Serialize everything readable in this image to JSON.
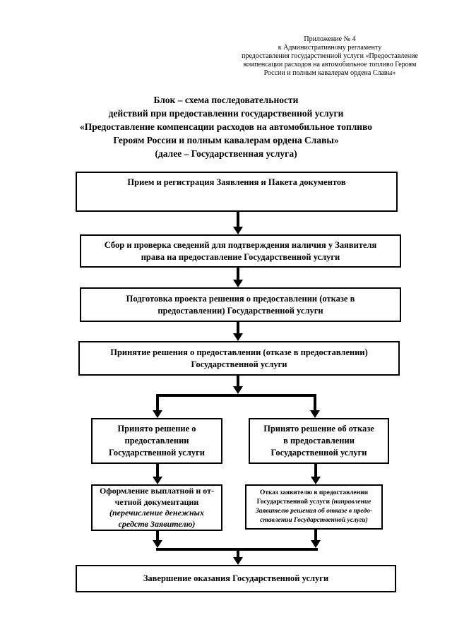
{
  "page": {
    "annotation": "Приложение № 4\nк Административному регламенту\nпредоставления государственной услуги «Предоставление\nкомпенсации расходов на автомобильное топливо Героям\nРоссии и полным кавалерам ордена Славы»",
    "title": "Блок – схема последовательности\nдействий при предоставлении государственной услуги\n«Предоставление компенсации расходов на автомобильное топливо\nГероям России и полным кавалерам ордена Славы»\n(далее – Государственная услуга)"
  },
  "flowchart": {
    "step1": "Прием и регистрация Заявления и Пакета документов",
    "step2": "Сбор и проверка сведений для подтверждения наличия у Заявителя\nправа на предоставление Государственной услуги",
    "step3": "Подготовка проекта решения о предоставлении (отказе в\nпредоставлении) Государственной услуги",
    "step4": "Принятие решения о предоставлении (отказе в предоставлении)\nГосударственной услуги",
    "branch_left": "Принято решение о\nпредоставлении\nГосударственной услуги",
    "branch_right": "Принято решение об отказе\nв предоставлении\nГосударственной услуги",
    "action_left_main": "Оформление выплатной и от-\nчетной документации\n",
    "action_left_note": "(перечисление денежных\nсредств Заявителю)",
    "action_right_main": "Отказ заявителю в предоставлении\nГосударственной услуги",
    "action_right_note": " (направление\nЗаявителю решения об отказе в предо-\nставлении Государственной услуги)",
    "final": "Завершение оказания Государственной услуги"
  },
  "colors": {
    "ink": "#000000",
    "paper": "#ffffff"
  }
}
